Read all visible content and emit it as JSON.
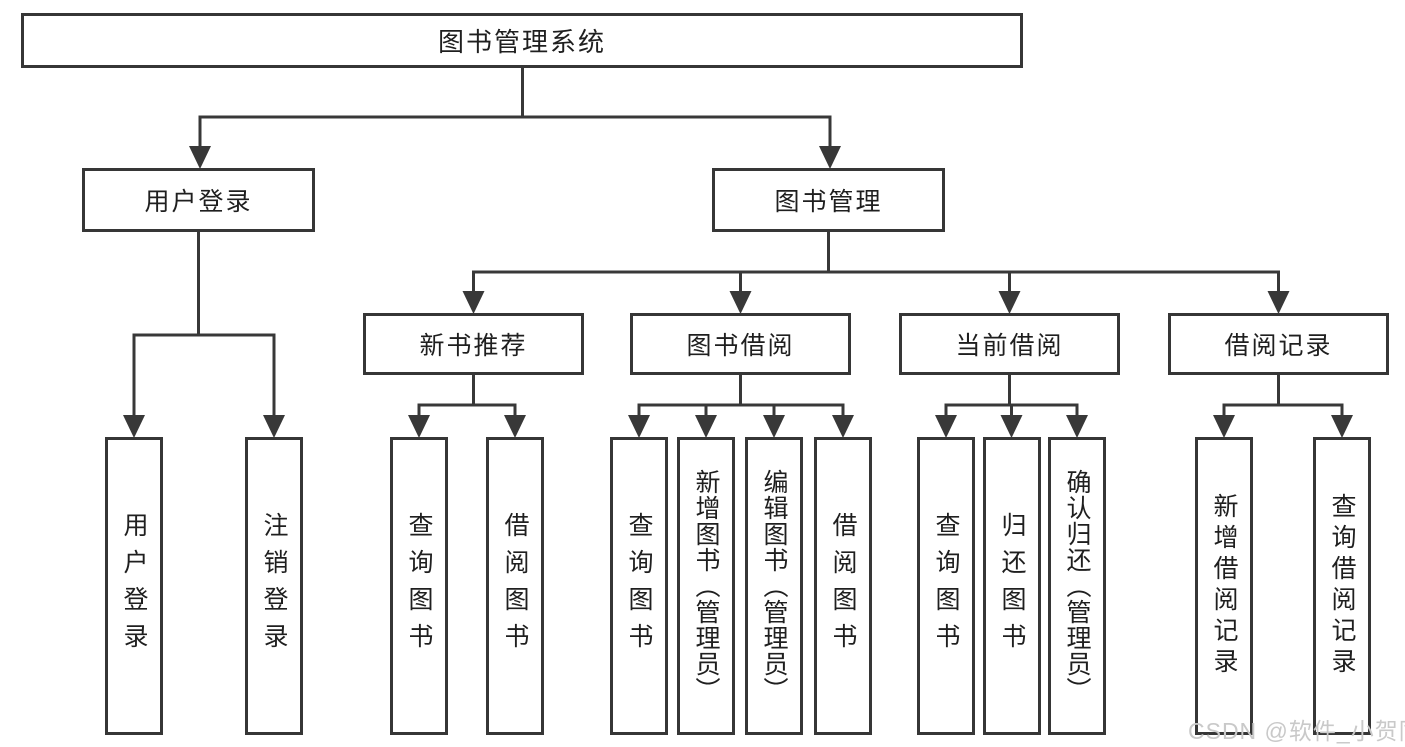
{
  "tree": {
    "root": {
      "label": "图书管理系统"
    },
    "branches": [
      {
        "label": "用户登录",
        "children": [
          {
            "label": "用户登录"
          },
          {
            "label": "注销登录"
          }
        ]
      },
      {
        "label": "图书管理",
        "groups": [
          {
            "label": "新书推荐",
            "children": [
              {
                "label": "查询图书"
              },
              {
                "label": "借阅图书"
              }
            ]
          },
          {
            "label": "图书借阅",
            "children": [
              {
                "label": "查询图书"
              },
              {
                "label": "新增图书（管理员）"
              },
              {
                "label": "编辑图书（管理员）"
              },
              {
                "label": "借阅图书"
              }
            ]
          },
          {
            "label": "当前借阅",
            "children": [
              {
                "label": "查询图书"
              },
              {
                "label": "归还图书"
              },
              {
                "label": "确认归还（管理员）"
              }
            ]
          },
          {
            "label": "借阅记录",
            "children": [
              {
                "label": "新增借阅记录"
              },
              {
                "label": "查询借阅记录"
              }
            ]
          }
        ]
      }
    ]
  },
  "watermark": {
    "text": "CSDN @软件_小贺同学"
  },
  "colors": {
    "line": "#383838",
    "box_border": "#363636",
    "text": "#1f1f1f",
    "watermark": "#c9c9c9",
    "background": "#ffffff"
  }
}
